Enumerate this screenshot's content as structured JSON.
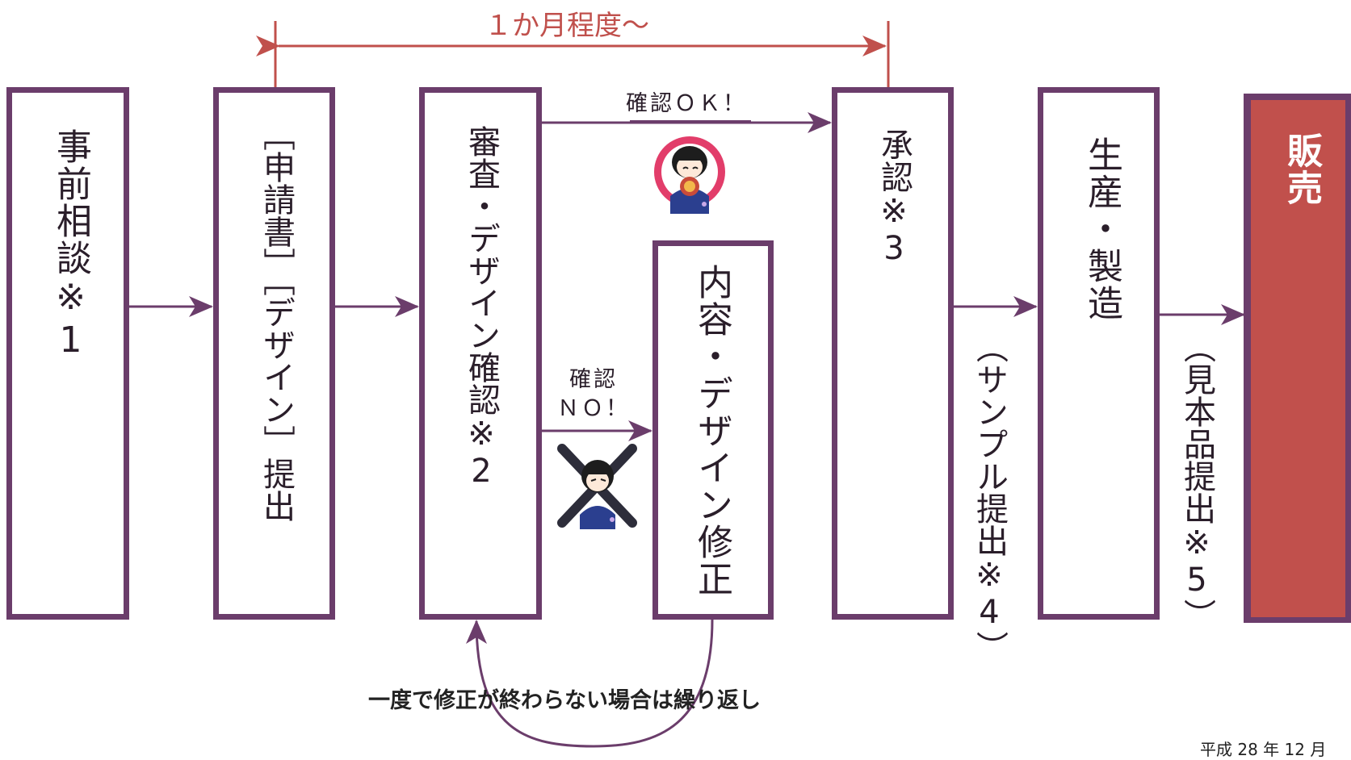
{
  "period_label": "１か月程度〜",
  "steps": [
    {
      "id": "consult",
      "text": "事前相談※1"
    },
    {
      "id": "apply",
      "text": "［申請書］［デザイン］提出"
    },
    {
      "id": "review",
      "text": "審査・デザイン確認※2"
    },
    {
      "id": "fix",
      "text": "内容・デザイン修正"
    },
    {
      "id": "approve",
      "text": "承認※3"
    },
    {
      "id": "produce",
      "text": "生産・製造"
    },
    {
      "id": "sell",
      "text": "販売"
    }
  ],
  "between": {
    "sample": "（サンプル提出※4）",
    "specimen": "（見本品提出※5）"
  },
  "ok_label": "確認ＯＫ！",
  "ng_label_line1": "確認",
  "ng_label_line2": "ＮＯ！",
  "loop_label": "一度で修正が終わらない場合は繰り返し",
  "date_label": "平成 28 年 12 月",
  "colors": {
    "box_border": "#6b3d6b",
    "arrow": "#6b3d6b",
    "period": "#c0504c",
    "sales_fill": "#c1504c"
  },
  "icons": {
    "ok_character": "ok-character-icon",
    "ng_character": "ng-character-icon"
  }
}
